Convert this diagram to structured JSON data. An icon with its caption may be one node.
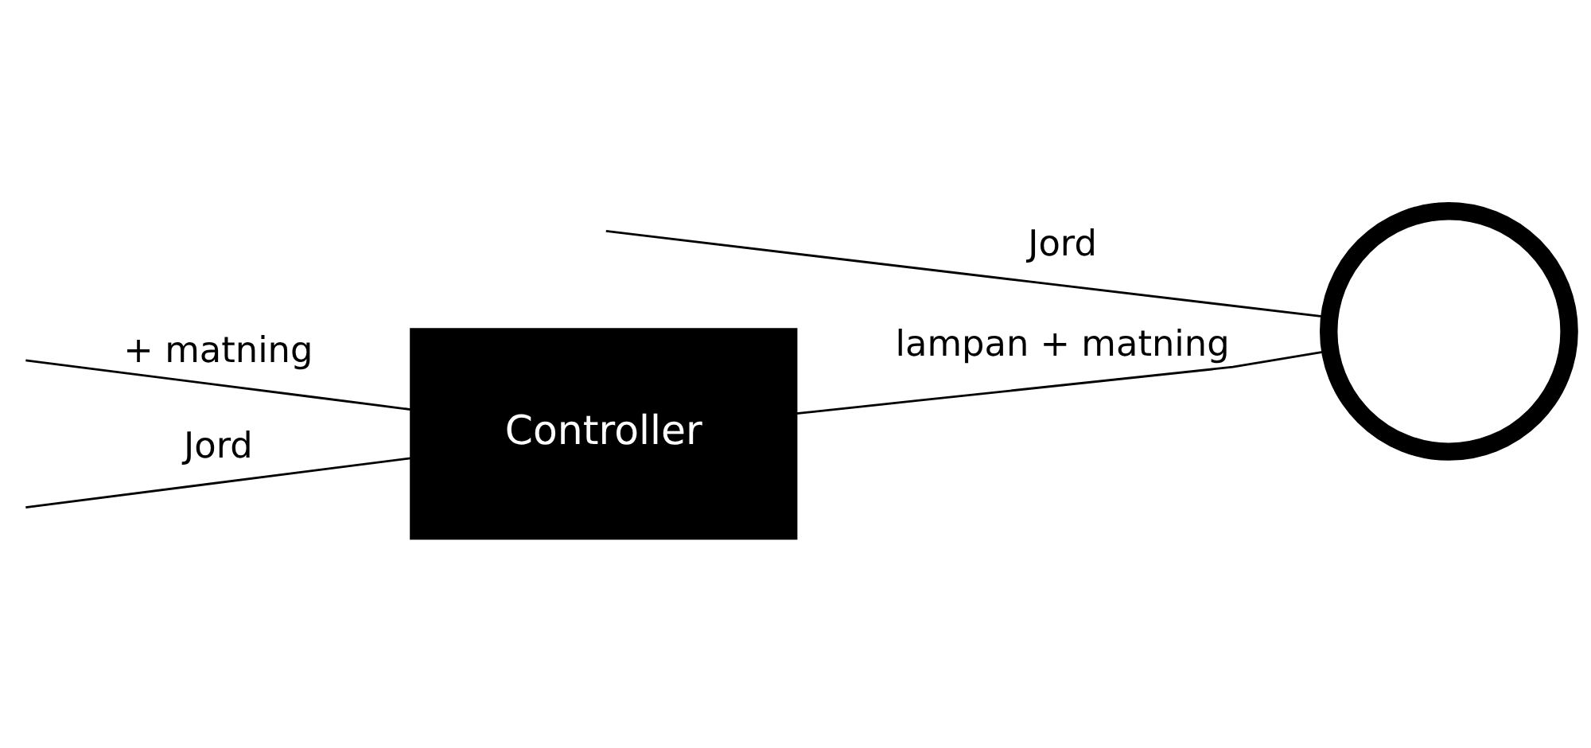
{
  "diagram": {
    "nodes": [
      {
        "text": [
          "Controller"
        ]
      },
      {
        "text": [],
        "shape": "circle"
      }
    ],
    "edges": [
      {
        "from": null,
        "to": 0,
        "arrow": "none",
        "label": "+ matning"
      },
      {
        "from": null,
        "to": 0,
        "arrow": "none",
        "label": "Jord"
      },
      {
        "from": 0,
        "to": 1,
        "arrow": "none",
        "label": "lampan + matning"
      },
      {
        "from": null,
        "to": 1,
        "arrow": "none",
        "label": "Jord"
      }
    ]
  }
}
